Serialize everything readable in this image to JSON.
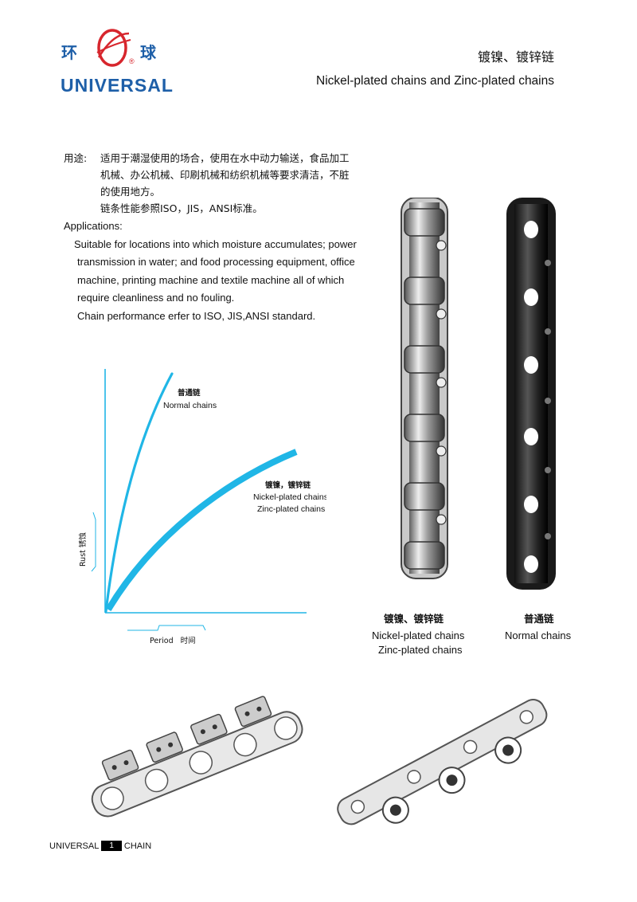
{
  "header": {
    "logo_cn_left": "环",
    "logo_cn_right": "球",
    "logo_en": "UNIVERSAL",
    "registered": "®",
    "title_cn": "镀镍、镀锌链",
    "title_en": "Nickel-plated  chains and Zinc-plated chains"
  },
  "usage": {
    "cn_label": "用途:",
    "cn_lines": [
      "适用于潮湿使用的场合，使用在水中动力输送，食品加工",
      "机械、办公机械、印刷机械和纺织机械等要求清洁，不脏",
      "的使用地方。",
      "链条性能参照ISO，JIS，ANSI标准。"
    ],
    "en_label": "Applications:",
    "en_lines": [
      "Suitable for locations into which moisture accumulates; power",
      "transmission in water; and food processing  equipment, office",
      "machine, printing machine and  textile  machine  all  of  which",
      "require cleanliness  and  no  fouling.",
      "Chain performance erfer to ISO, JIS,ANSI standard."
    ]
  },
  "chart_data": {
    "type": "line",
    "xlabel": "Period   时间",
    "ylabel": "Rust  锈蚀",
    "series": [
      {
        "name": "普通链 Normal chains",
        "label_cn": "普通链",
        "label_en": "Normal chains",
        "color": "#20b6e6",
        "style": "thin"
      },
      {
        "name": "镀镍，镀锌链 Nickel-plated chains Zinc-plated chains",
        "label_cn": "镀镍，镀锌链",
        "label_en_1": "Nickel-plated chains",
        "label_en_2": "Zinc-plated chains",
        "color": "#20b6e6",
        "style": "thick"
      }
    ],
    "grid": false
  },
  "photos": {
    "left_cn": "镀镍、镀锌链",
    "left_en_1": "Nickel-plated chains",
    "left_en_2": "Zinc-plated chains",
    "right_cn": "普通链",
    "right_en": "Normal chains"
  },
  "footer": {
    "brand": "UNIVERSAL",
    "page": "1",
    "section": "CHAIN"
  },
  "colors": {
    "brand_blue": "#1e5fa8",
    "logo_red": "#d7262d",
    "chart_cyan": "#20b6e6"
  }
}
